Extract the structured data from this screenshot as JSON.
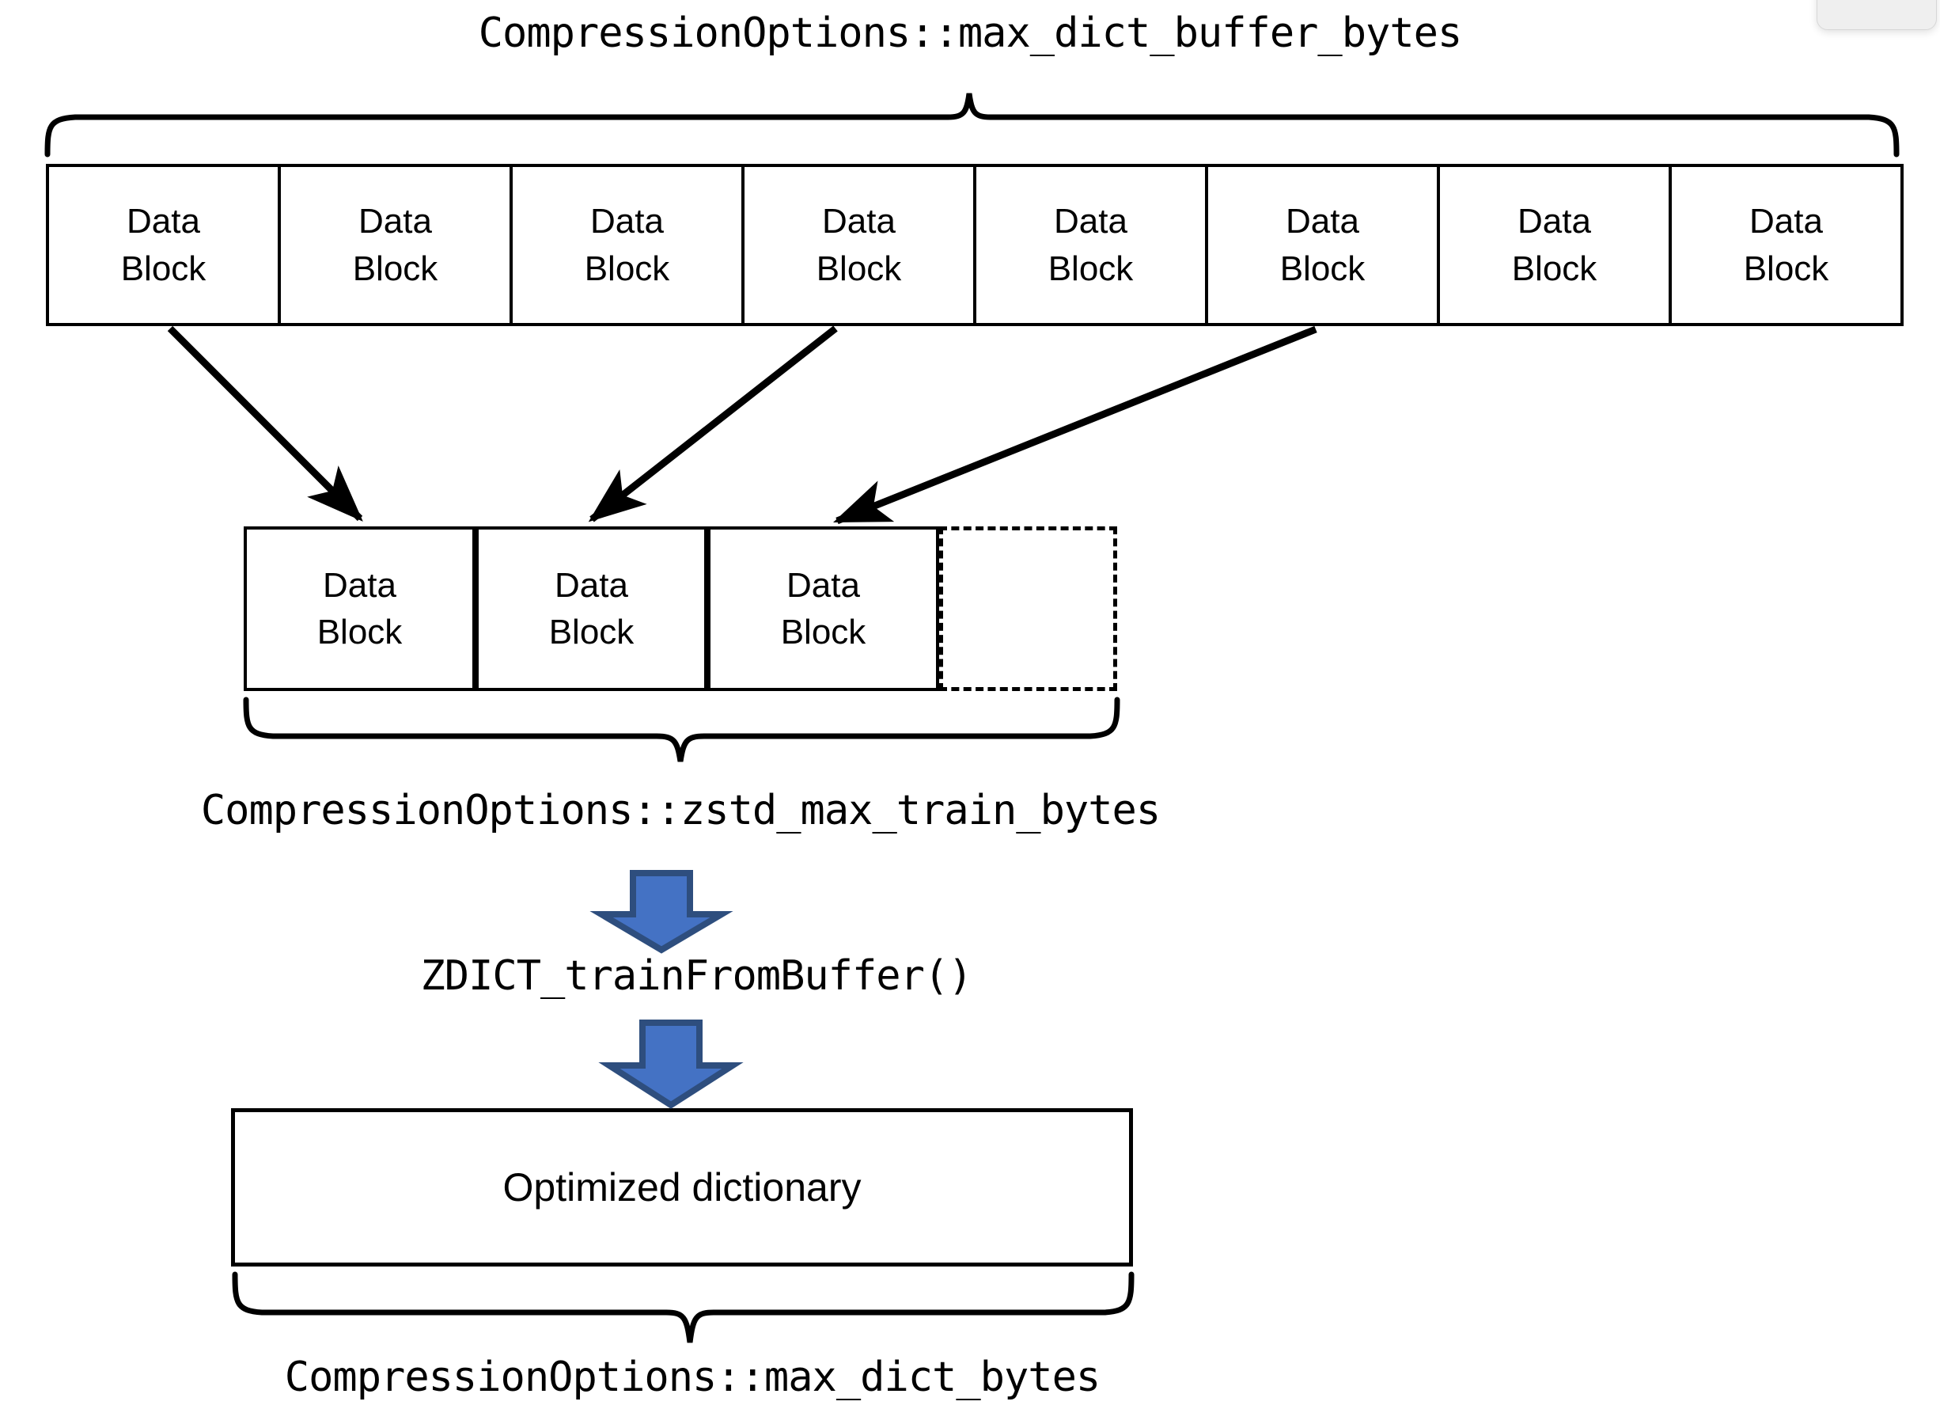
{
  "diagram": {
    "title_top": "CompressionOptions::max_dict_buffer_bytes",
    "label_zstd": "CompressionOptions::zstd_max_train_bytes",
    "label_zdict": "ZDICT_trainFromBuffer()",
    "label_bottom": "CompressionOptions::max_dict_bytes",
    "block_line1": "Data",
    "block_line2": "Block",
    "dictionary_label": "Optimized dictionary",
    "top_row_block_count": 8,
    "middle_row_block_count": 3,
    "middle_row_placeholder_count": 1,
    "arrow_count": 3,
    "colors": {
      "arrow_fill": "#4472C4",
      "arrow_stroke": "#2E4E7E",
      "line": "#000000",
      "background": "#ffffff",
      "panel": "#efefef"
    }
  },
  "top_blocks": [
    {
      "line1": "Data",
      "line2": "Block"
    },
    {
      "line1": "Data",
      "line2": "Block"
    },
    {
      "line1": "Data",
      "line2": "Block"
    },
    {
      "line1": "Data",
      "line2": "Block"
    },
    {
      "line1": "Data",
      "line2": "Block"
    },
    {
      "line1": "Data",
      "line2": "Block"
    },
    {
      "line1": "Data",
      "line2": "Block"
    },
    {
      "line1": "Data",
      "line2": "Block"
    }
  ],
  "middle_blocks": [
    {
      "line1": "Data",
      "line2": "Block"
    },
    {
      "line1": "Data",
      "line2": "Block"
    },
    {
      "line1": "Data",
      "line2": "Block"
    }
  ]
}
